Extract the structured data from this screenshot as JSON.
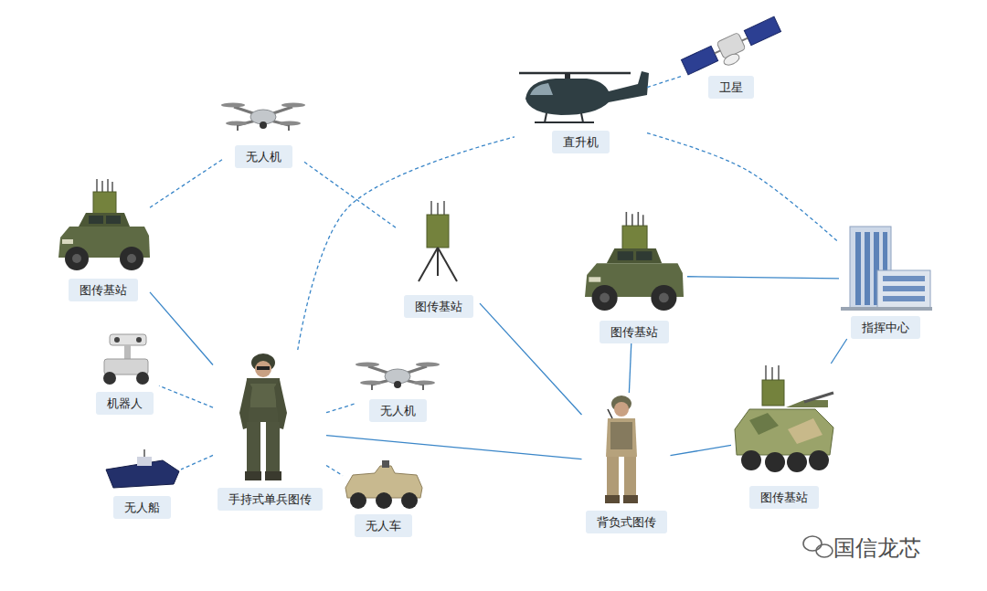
{
  "diagram": {
    "nodes": [
      {
        "text": [
          "卫星"
        ]
      },
      {
        "text": [
          "无人机"
        ]
      },
      {
        "text": [
          "直升机"
        ]
      },
      {
        "text": [
          "图传基站"
        ]
      },
      {
        "text": [
          "图传基站"
        ]
      },
      {
        "text": [
          "图传基站"
        ]
      },
      {
        "text": [
          "指挥中心"
        ]
      },
      {
        "text": [
          "机器人"
        ]
      },
      {
        "text": [
          "无人机"
        ]
      },
      {
        "text": [
          "手持式单兵图传"
        ]
      },
      {
        "text": [
          "图传基站"
        ]
      },
      {
        "text": [
          "无人船"
        ]
      },
      {
        "text": [
          "背负式图传"
        ]
      },
      {
        "text": [
          "无人车"
        ]
      }
    ],
    "edges": [
      {
        "from": 1,
        "to": 3,
        "arrow": "none"
      },
      {
        "from": 1,
        "to": 4,
        "arrow": "none"
      },
      {
        "from": 2,
        "to": 0,
        "arrow": "none"
      },
      {
        "from": 9,
        "to": 2,
        "arrow": "none"
      },
      {
        "from": 2,
        "to": 6,
        "arrow": "none"
      },
      {
        "from": 3,
        "to": 9,
        "arrow": "none"
      },
      {
        "from": 4,
        "to": 12,
        "arrow": "none"
      },
      {
        "from": 5,
        "to": 6,
        "arrow": "none"
      },
      {
        "from": 5,
        "to": 12,
        "arrow": "none"
      },
      {
        "from": 6,
        "to": 10,
        "arrow": "none"
      },
      {
        "from": 9,
        "to": 7,
        "arrow": "none"
      },
      {
        "from": 9,
        "to": 8,
        "arrow": "none"
      },
      {
        "from": 9,
        "to": 11,
        "arrow": "none"
      },
      {
        "from": 9,
        "to": 13,
        "arrow": "none"
      },
      {
        "from": 9,
        "to": 12,
        "arrow": "none"
      },
      {
        "from": 12,
        "to": 10,
        "arrow": "none"
      }
    ],
    "labels": [
      "国信龙芯"
    ]
  }
}
